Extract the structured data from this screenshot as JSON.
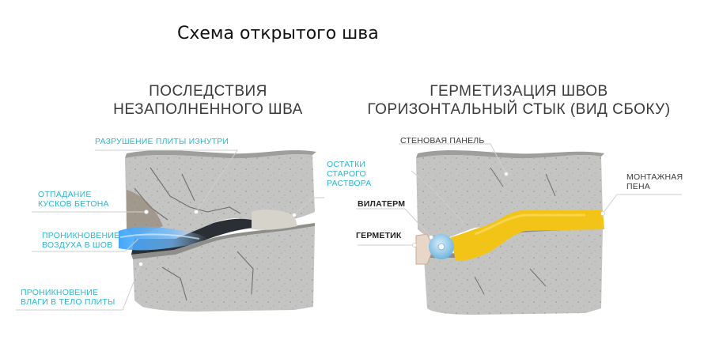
{
  "title": "Схема открытого шва",
  "left_panel": {
    "heading": [
      "ПОСЛЕДСТВИЯ",
      "НЕЗАПОЛНЕННОГО ШВА"
    ],
    "labels": {
      "destruction": "РАЗРУШЕНИЕ ПЛИТЫ ИЗНУТРИ",
      "old_mortar": [
        "ОСТАТКИ",
        "СТАРОГО",
        "РАСТВОРА"
      ],
      "falling": [
        "ОТПАДАНИЕ",
        "КУСКОВ БЕТОНА"
      ],
      "air": [
        "ПРОНИКНОВЕНИЕ",
        "ВОЗДУХА В ШОВ"
      ],
      "moisture": [
        "ПРОНИКНОВЕНИЕ",
        "ВЛАГИ В ТЕЛО ПЛИТЫ"
      ]
    }
  },
  "right_panel": {
    "heading": [
      "ГЕРМЕТИЗАЦИЯ ШВОВ",
      "ГОРИЗОНТАЛЬНЫЙ СТЫК (ВИД СБОКУ)"
    ],
    "labels": {
      "wall_panel": "СТЕНОВАЯ ПАНЕЛЬ",
      "foam": [
        "МОНТАЖНАЯ",
        "ПЕНА"
      ],
      "vilaterm": "ВИЛАТЕРМ",
      "sealant": "ГЕРМЕТИК"
    }
  },
  "colors": {
    "concrete": "#c4c4c2",
    "concrete_dark": "#8e8e8b",
    "concrete_top": "#a9a9a6",
    "air": "#3aa3ff",
    "foam": "#f2c418",
    "vilaterm": "#8cc7ea",
    "sealant": "#e8d6c8",
    "label_cyan": "#2fb6cf",
    "leader": "#cfcfcf"
  }
}
